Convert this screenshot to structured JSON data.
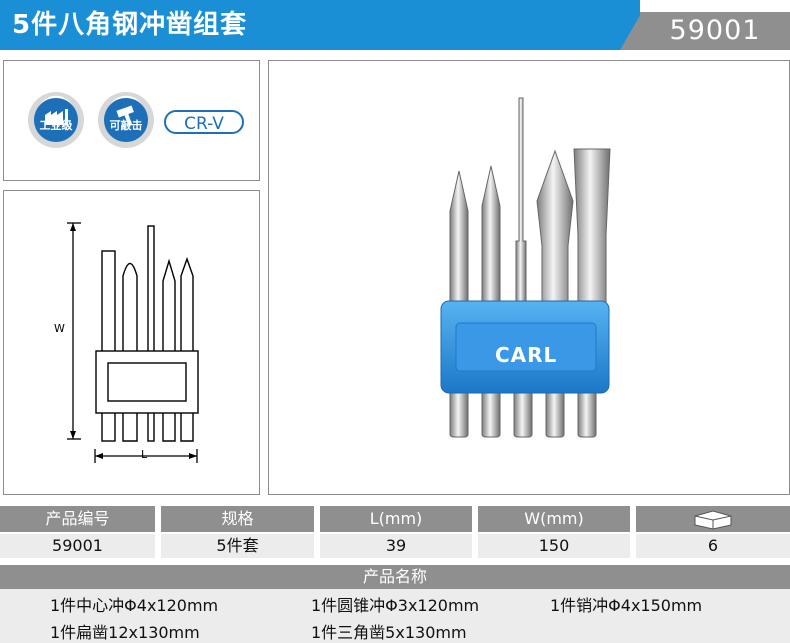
{
  "header": {
    "title": "5件八角钢冲凿组套",
    "model_code": "59001"
  },
  "badges": [
    {
      "label": "工业级",
      "icon": "factory-icon"
    },
    {
      "label": "可敲击",
      "icon": "hammer-icon"
    }
  ],
  "material_badge": "CR-V",
  "diagram": {
    "w_label": "W",
    "l_label": "L"
  },
  "product_photo": {
    "brand": "CARL"
  },
  "spec_table": {
    "headers": [
      "产品编号",
      "规格",
      "L(mm)",
      "W(mm)"
    ],
    "values": [
      "59001",
      "5件套",
      "39",
      "150",
      "6"
    ],
    "package_icon": "box-icon"
  },
  "names": {
    "title": "产品名称",
    "items": [
      "1件中心冲Φ4x120mm",
      "1件圆锥冲Φ3x120mm",
      "1件销冲Φ4x150mm",
      "1件扁凿12x130mm",
      "1件三角凿5x130mm"
    ]
  },
  "colors": {
    "title_blue": "#1a8fd6",
    "gray": "#8f8f8f",
    "holder_blue": "#2e8fe0"
  }
}
